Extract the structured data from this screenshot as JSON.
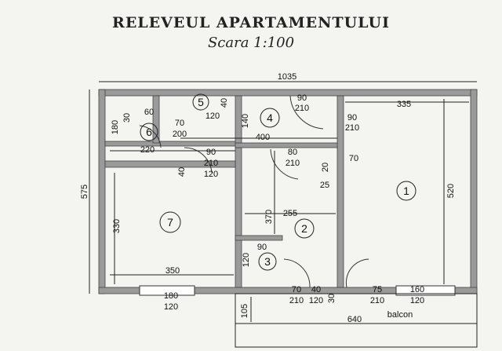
{
  "title": "RELEVEUL APARTAMENTULUI",
  "scale": "Scara 1:100",
  "rooms": [
    "1",
    "2",
    "3",
    "4",
    "5",
    "6",
    "7"
  ],
  "dims": {
    "total_width": "1035",
    "total_height": "575",
    "d335": "335",
    "d520": "520",
    "d90_top": "90",
    "d210_top": "210",
    "d90b": "90",
    "d210b": "210",
    "d400": "400",
    "d80": "80",
    "d210c": "210",
    "d20": "20",
    "d70r": "70",
    "d25": "25",
    "d60": "60",
    "d30a": "30",
    "d180": "180",
    "d70a": "70",
    "d200": "200",
    "d120a": "120",
    "d40a": "40",
    "d140": "140",
    "d220": "220",
    "d90c": "90",
    "d210d": "210",
    "d40b": "40",
    "d120b": "120",
    "d330": "330",
    "d370": "370",
    "d255": "255",
    "d90d": "90",
    "d120c": "120",
    "d350": "350",
    "d180w": "180",
    "d120w": "120",
    "d70b": "70",
    "d210e": "210",
    "d40c": "40",
    "d120d": "120",
    "d30b": "30",
    "d75": "75",
    "d210f": "210",
    "d160": "160",
    "d120e": "120",
    "d105": "105",
    "d640": "640",
    "balcon": "balcon"
  }
}
